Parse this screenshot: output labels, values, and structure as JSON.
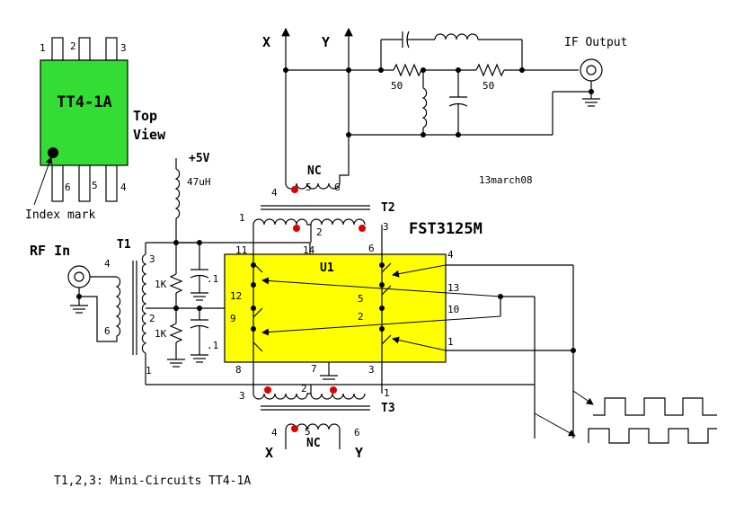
{
  "chip": {
    "name": "TT4-1A",
    "view": [
      "Top",
      "View"
    ],
    "pins_top": [
      "1",
      "2",
      "3"
    ],
    "pins_bottom": [
      "6",
      "5",
      "4"
    ],
    "index_label": "Index mark"
  },
  "power": {
    "supply": "+5V",
    "choke": "47uH"
  },
  "mixer": {
    "part": "FST3125M",
    "ref": "U1",
    "pins": {
      "p14": "14",
      "p11": "11",
      "p6": "6",
      "p12": "12",
      "p5": "5",
      "p9": "9",
      "p2": "2",
      "p8": "8",
      "p7": "7",
      "p3": "3",
      "p4": "4",
      "p13": "13",
      "p10": "10",
      "p1": "1"
    }
  },
  "labels": {
    "x_top": "X",
    "y_top": "Y",
    "if_out": "IF Output",
    "r50a": "50",
    "r50b": "50",
    "nc_top": "NC",
    "nc_bot": "NC",
    "date": "13march08",
    "rf_in": "RF In",
    "x_bot": "X",
    "y_bot": "Y",
    "r1k_a": "1K",
    "r1k_b": "1K",
    "c_a": ".1",
    "c_b": ".1",
    "footer": "T1,2,3: Mini-Circuits TT4-1A"
  },
  "transformers": {
    "t1": {
      "ref": "T1",
      "pins": [
        "4",
        "6",
        "3",
        "2",
        "1"
      ]
    },
    "t2": {
      "ref": "T2",
      "pins": [
        "4",
        "5",
        "6",
        "1",
        "2",
        "3"
      ]
    },
    "t3": {
      "ref": "T3",
      "pins": [
        "3",
        "2",
        "1",
        "4",
        "5",
        "6"
      ]
    }
  },
  "colors": {
    "chip_fill": "#33dd33",
    "mixer_fill": "#ffff00",
    "dot": "#dd0000"
  }
}
